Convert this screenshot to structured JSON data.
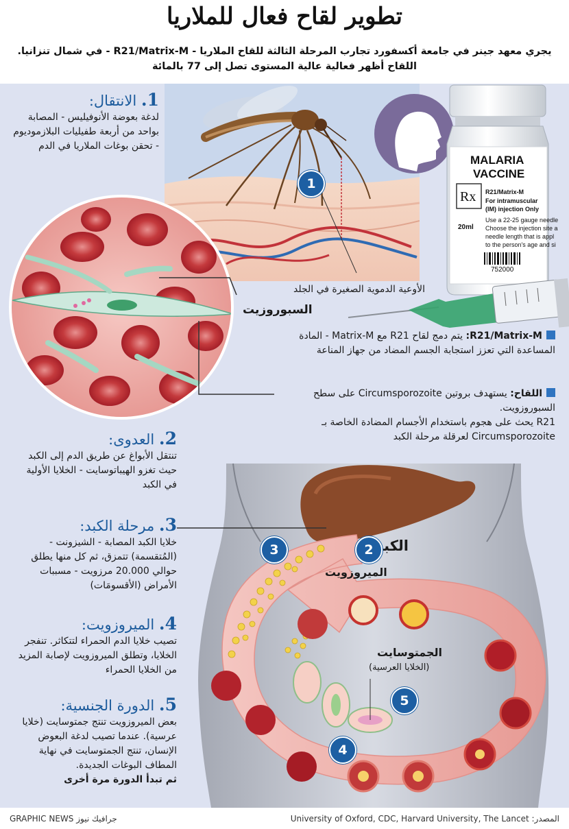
{
  "title": "تطوير لقاح فعال للملاريا",
  "subtitle_line1": "يجري معهد جينر في جامعة أكسفورد تجارب المرحلة الثالثة للقاح الملاريا - R21/Matrix-M - في شمال تنزانيا.",
  "subtitle_line2": "اللقاح أظهر فعالية عالية المستوى تصل إلى 77 بالمائة",
  "steps": [
    {
      "num": "1.",
      "title": "الانتقال:",
      "text": "لدغة بعوضة الأنوفيليس - المصابة بواحد من أربعة طفيليات البلازموديوم - تحقن بوغات الملاريا في الدم"
    },
    {
      "num": "2.",
      "title": "العدوى:",
      "text": "تنتقل الأبواغ عن طريق الدم إلى الكبد حيث تغزو الهيباتوسايت - الخلايا الأولية في الكبد"
    },
    {
      "num": "3.",
      "title": "مرحلة الكبد:",
      "text": "خلايا الكبد المصابة - الشيزونت - (المُتقسمة) تتمزق، ثم كل منها يطلق حوالي 20.000 مرزويت - مسببات الأمراض (الأقسومَات)"
    },
    {
      "num": "4.",
      "title": "الميروزويت:",
      "text": "تصيب خلايا الدم الحمراء لتتكاثر. تنفجر الخلايا، وتطلق الميروزويت لإصابة المزيد من الخلايا الحمراء"
    },
    {
      "num": "5.",
      "title": "الدورة الجنسية:",
      "text": "بعض الميروزويت تنتج جمتوسايت (خلايا عرسية). عندما تصيب لدغة البعوض الإنسان، تنتج الجمتوسايت في نهاية المطاف البوغات الجديدة.",
      "bold_end": "ثم تبدأ الدورة مرة أخرى"
    }
  ],
  "labels": {
    "skin_vessels": "الأوعية الدموية الصغيرة في الجلد",
    "sporozoite": "السبوروزيت",
    "liver": "الكبد",
    "merozoite": "الميروزويت",
    "gametocytes": "الجمتوسايت",
    "gametocytes_sub": "(الخلايا العرسية)"
  },
  "badges": [
    "1",
    "2",
    "3",
    "4",
    "5"
  ],
  "notes": [
    {
      "term": "R21/Matrix-M:",
      "text": " يتم دمج لقاح R21 مع Matrix-M - المادة المساعدة التي تعزز استجابة الجسم المضاد من جهاز المناعة"
    },
    {
      "term": "اللقاح:",
      "text": " يستهدف بروتين Circumsporozoite على سطح السبوروزويت.",
      "text2": "R21 يحث على هجوم باستخدام الأجسام المضادة الخاصة بـ Circumsporozoite لعرقلة مرحلة الكبد"
    }
  ],
  "vial": {
    "line1": "MALARIA",
    "line2": "VACCINE",
    "rx": "Rx",
    "product": "R21/Matrix-M",
    "route1": "For intramuscular",
    "route2": "(IM) injection Only",
    "volume": "20ml",
    "usage1": "Use a 22-25 gauge needle",
    "usage2": "Choose the injection site a",
    "usage3": "needle length that is appl",
    "usage4": "to the person's age and si",
    "barcode": "752000"
  },
  "footer": {
    "source": "المصدر: University of Oxford, CDC, Harvard University, The Lancet",
    "brand": "GRAPHIC NEWS جرافيك نيوز"
  },
  "colors": {
    "panel": "#dde2f1",
    "accent": "#1c5b9c",
    "badge": "#1d5fa3",
    "blood": "#b3232d"
  }
}
